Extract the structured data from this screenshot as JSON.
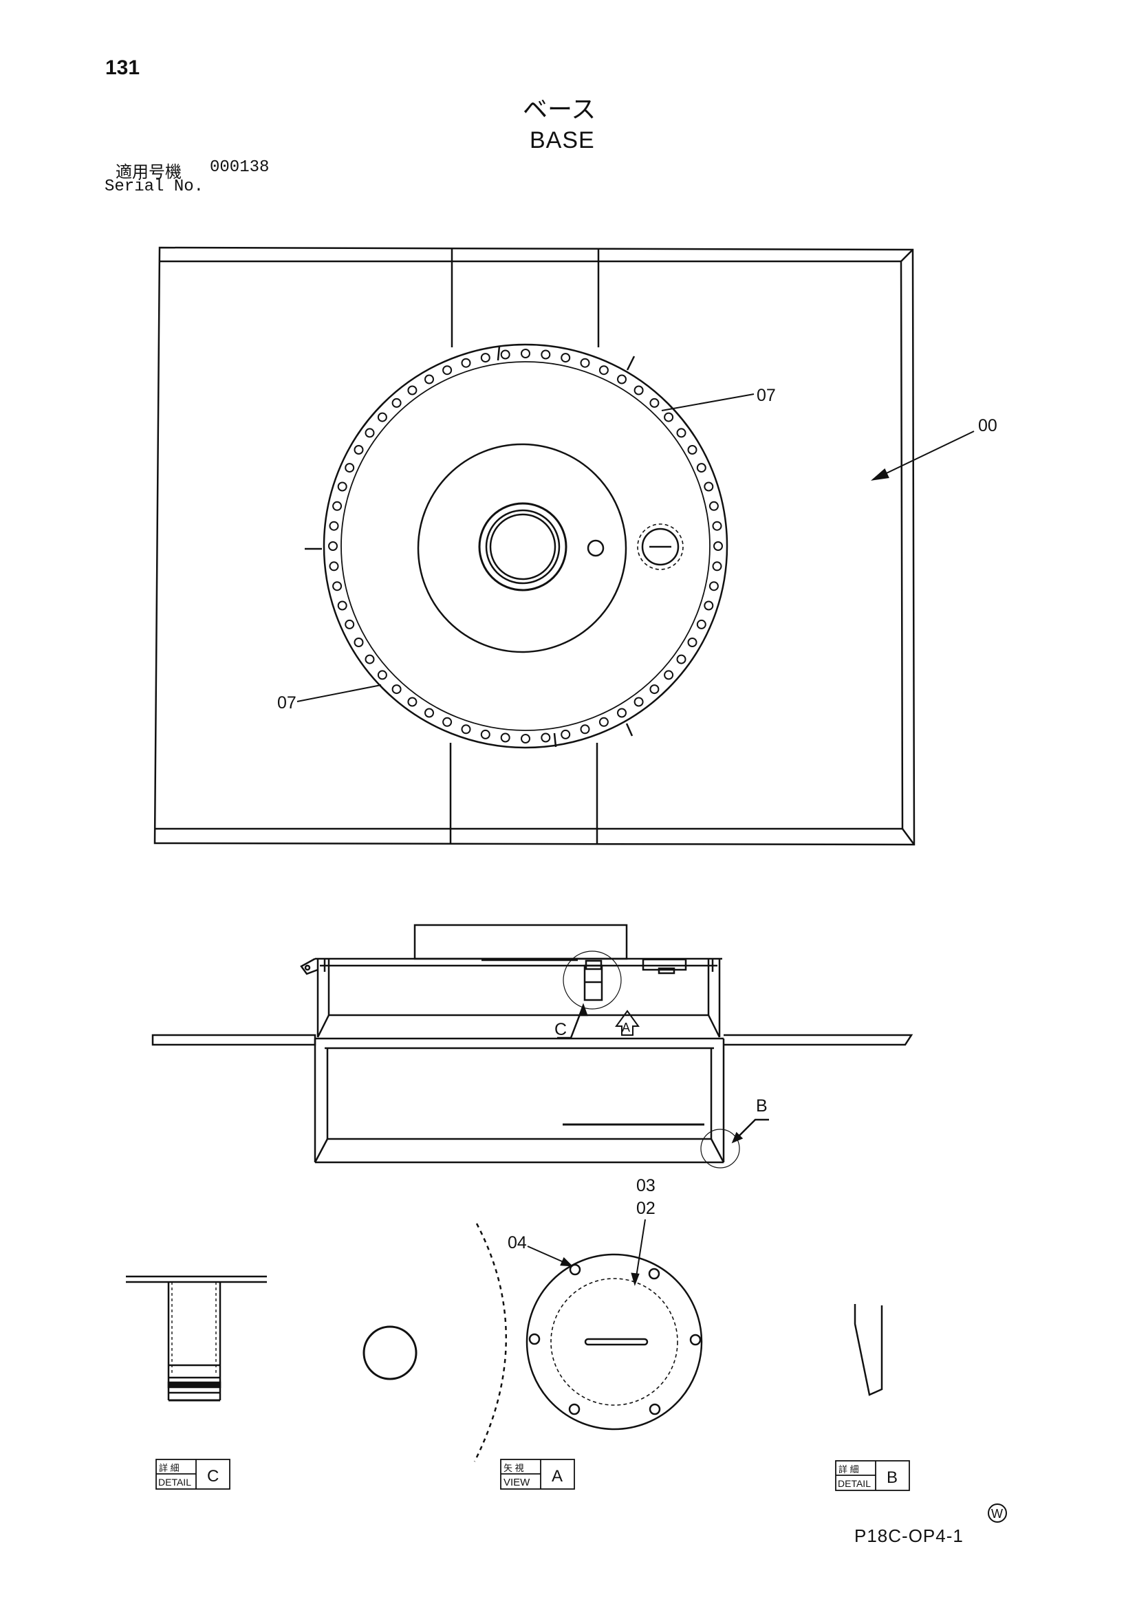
{
  "page": {
    "page_number": "131",
    "title_jp": "ベース",
    "title_en": "BASE",
    "serial_label_jp": "適用号機",
    "serial_value": "000138",
    "serial_label_en": "Serial No.",
    "doc_code": "P18C-OP4-1",
    "mark": "W"
  },
  "callouts": {
    "c07_upper": "07",
    "c00": "00",
    "c07_lower": "07",
    "cC": "C",
    "cA": "A",
    "cB": "B",
    "c03": "03",
    "c02": "02",
    "c04": "04"
  },
  "detail_labels": {
    "c": {
      "jp": "詳 細",
      "en": "DETAIL",
      "letter": "C"
    },
    "a": {
      "jp": "矢 視",
      "en": "VIEW",
      "letter": "A"
    },
    "b": {
      "jp": "詳 細",
      "en": "DETAIL",
      "letter": "B"
    }
  }
}
